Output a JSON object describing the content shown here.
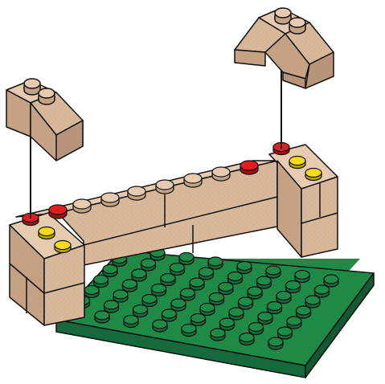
{
  "diagram": {
    "kind": "lego-build-instruction",
    "parts": [
      {
        "name": "baseplate",
        "color": "#1f8a46",
        "studs": "7x8"
      },
      {
        "name": "tan-wall",
        "color": "#d8b89a"
      },
      {
        "name": "slope-brick-left",
        "color": "#d8b89a",
        "studs": 2
      },
      {
        "name": "slope-brick-right",
        "color": "#d8b89a",
        "studs": 2
      }
    ],
    "markers": {
      "target_stud": "#e02020",
      "highlight_stud": "#f5dc14"
    },
    "colors": {
      "outline": "#111111",
      "tan_top": "#e6cbb0",
      "tan_front": "#d8b89a",
      "tan_side": "#c4a283",
      "green_top": "#1f8a46",
      "green_side": "#16693a",
      "stud_green": "#156b37"
    }
  }
}
